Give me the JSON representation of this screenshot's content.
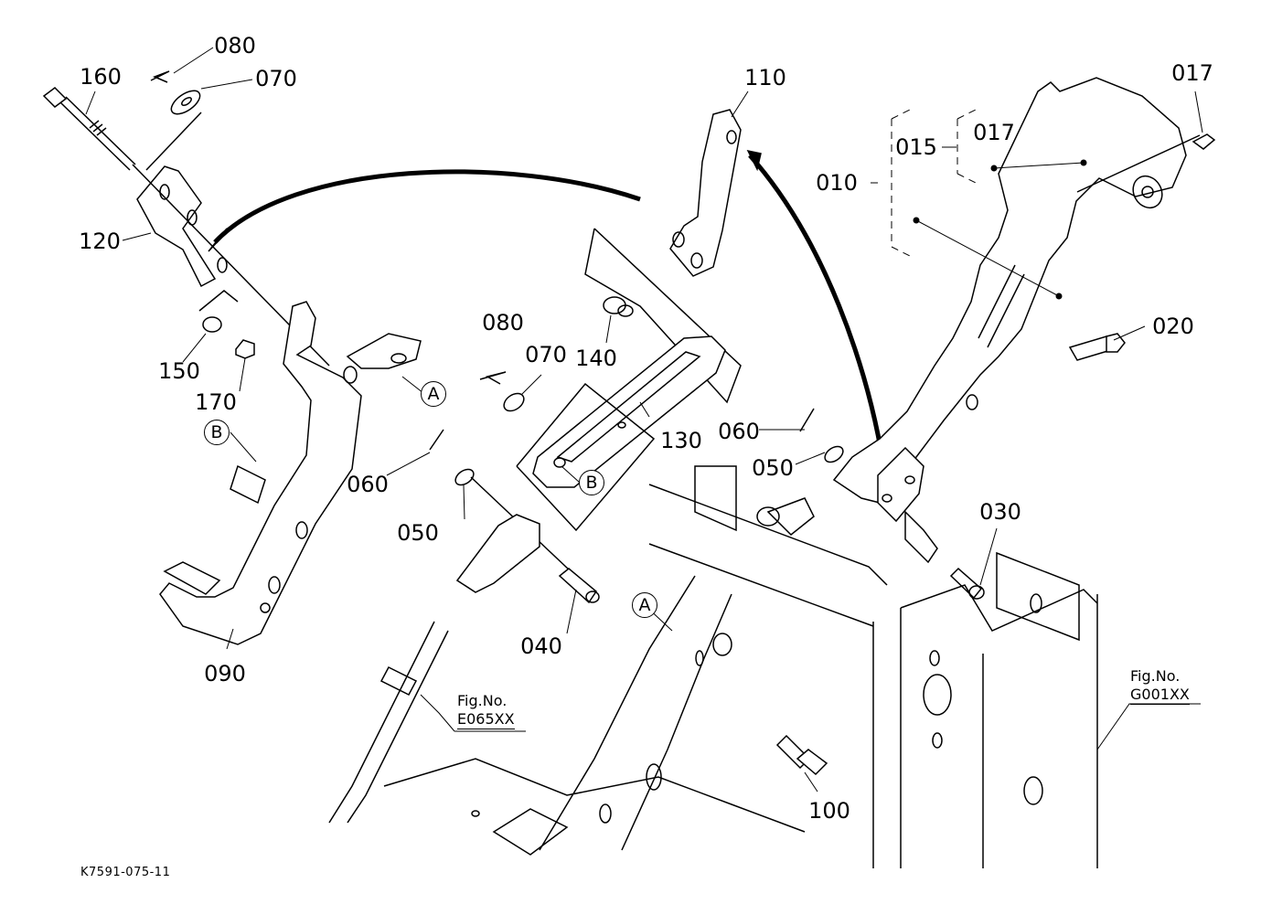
{
  "diagram": {
    "type": "exploded-parts-diagram",
    "document_id": "K7591-075-11",
    "part_labels": [
      {
        "id": "160",
        "text": "160"
      },
      {
        "id": "080-top",
        "text": "080"
      },
      {
        "id": "070-top",
        "text": "070"
      },
      {
        "id": "120",
        "text": "120"
      },
      {
        "id": "150",
        "text": "150"
      },
      {
        "id": "170",
        "text": "170"
      },
      {
        "id": "090",
        "text": "090"
      },
      {
        "id": "110",
        "text": "110"
      },
      {
        "id": "080-mid",
        "text": "080"
      },
      {
        "id": "070-mid",
        "text": "070"
      },
      {
        "id": "140",
        "text": "140"
      },
      {
        "id": "130",
        "text": "130"
      },
      {
        "id": "060-left",
        "text": "060"
      },
      {
        "id": "050-left",
        "text": "050"
      },
      {
        "id": "040",
        "text": "040"
      },
      {
        "id": "060-right",
        "text": "060"
      },
      {
        "id": "050-right",
        "text": "050"
      },
      {
        "id": "030",
        "text": "030"
      },
      {
        "id": "100",
        "text": "100"
      },
      {
        "id": "010",
        "text": "010"
      },
      {
        "id": "015",
        "text": "015"
      },
      {
        "id": "017-inner",
        "text": "017"
      },
      {
        "id": "017-screw",
        "text": "017"
      },
      {
        "id": "020",
        "text": "020"
      }
    ],
    "reference_markers": [
      {
        "id": "A-upper",
        "text": "A"
      },
      {
        "id": "B-left",
        "text": "B"
      },
      {
        "id": "B-plate",
        "text": "B"
      },
      {
        "id": "A-frame",
        "text": "A"
      }
    ],
    "figure_references": [
      {
        "id": "fig-E065XX",
        "prefix": "Fig.No.",
        "code": "E065XX"
      },
      {
        "id": "fig-G001XX",
        "prefix": "Fig.No.",
        "code": "G001XX"
      }
    ]
  }
}
